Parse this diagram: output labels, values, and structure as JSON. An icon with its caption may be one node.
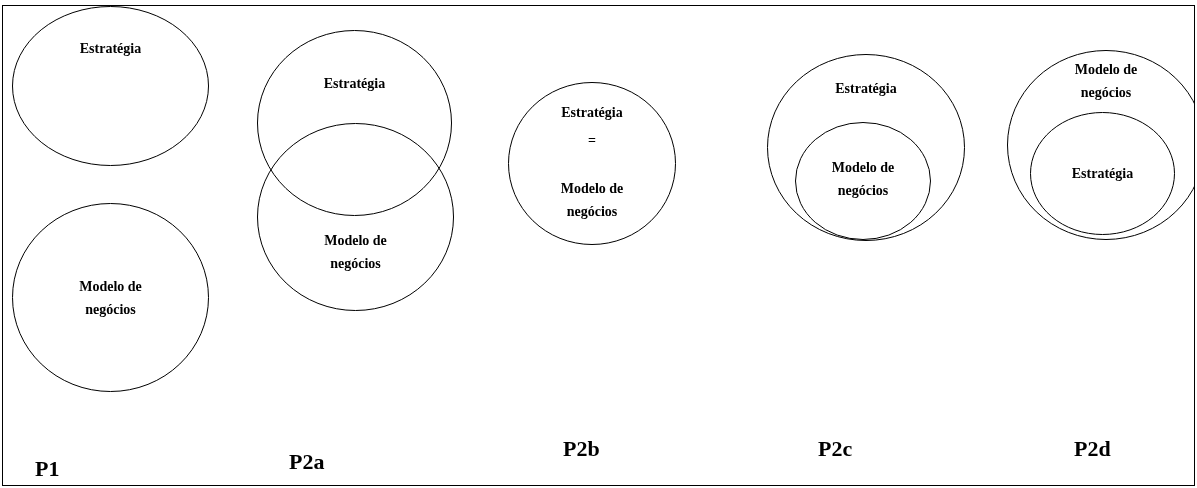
{
  "diagram": {
    "nodes": [
      {
        "text": [
          "Estratégia"
        ]
      },
      {
        "text": [
          "Modelo de negócios"
        ]
      },
      {
        "text": [
          "Estratégia"
        ]
      },
      {
        "text": [
          "Modelo de negócios"
        ]
      },
      {
        "text": [
          "Estratégia",
          "=",
          "Modelo de negócios"
        ]
      },
      {
        "text": [
          "Estratégia"
        ]
      },
      {
        "text": [
          "Modelo de negócios"
        ],
        "in": 5
      },
      {
        "text": [
          "Modelo de negócios"
        ]
      },
      {
        "text": [
          "Estratégia"
        ],
        "in": 7
      }
    ],
    "edges": [],
    "labels": [
      "P1",
      "P2a",
      "P2b",
      "P2c",
      "P2d"
    ]
  }
}
